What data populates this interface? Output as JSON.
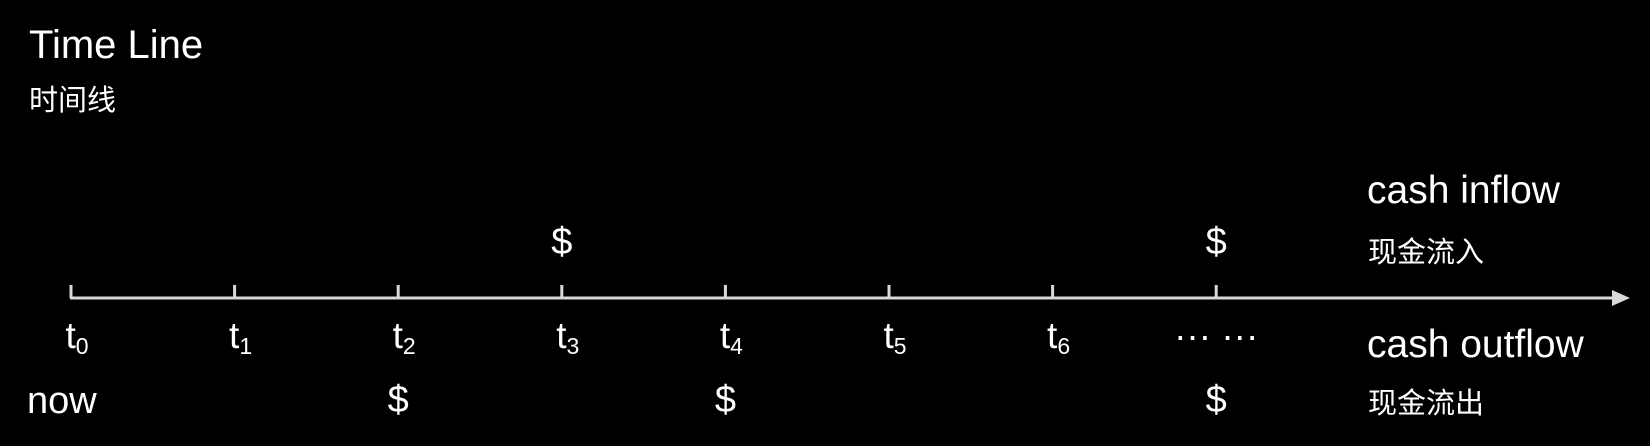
{
  "title": "Time Line",
  "subtitle": "时间线",
  "timeline": {
    "points": [
      {
        "base": "t",
        "sub": "0"
      },
      {
        "base": "t",
        "sub": "1"
      },
      {
        "base": "t",
        "sub": "2"
      },
      {
        "base": "t",
        "sub": "3"
      },
      {
        "base": "t",
        "sub": "4"
      },
      {
        "base": "t",
        "sub": "5"
      },
      {
        "base": "t",
        "sub": "6"
      },
      {
        "base": "··· ···",
        "sub": ""
      }
    ],
    "now_label": "now",
    "currency_symbol": "$",
    "inflow_at": [
      3,
      7
    ],
    "outflow_at": [
      2,
      4,
      7
    ]
  },
  "legend": {
    "inflow_en": "cash inflow",
    "inflow_zh": "现金流入",
    "outflow_en": "cash outflow",
    "outflow_zh": "现金流出"
  },
  "colors": {
    "background": "#000000",
    "foreground": "#ffffff",
    "axis": "#d8d8d8"
  }
}
